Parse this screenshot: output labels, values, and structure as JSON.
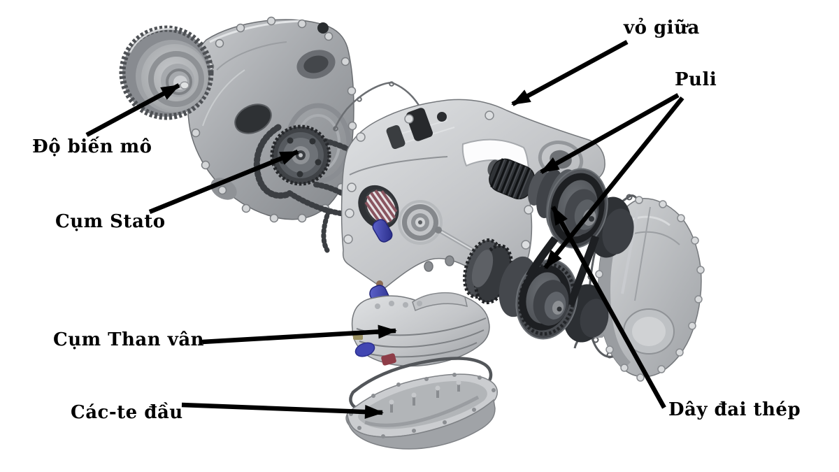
{
  "labels": {
    "vo_giua": "vỏ giữa",
    "puli": "Puli",
    "do_bien_mo": "Độ biến mô",
    "cum_stato": "Cụm Stato",
    "cum_than_van": "Cụm Than vân",
    "cac_te_dau": "Các-te đầu",
    "day_dai_thep": "Dây đai thép"
  },
  "colors": {
    "background": "#ffffff",
    "label_text": "#000000",
    "arrow": "#000000",
    "metal_light": "#c9cbce",
    "metal_mid": "#9b9ea3",
    "metal_dark": "#3c3f44",
    "belt": "#1d1f22",
    "solenoid_blue": "#3b40ad",
    "spring_stripe": "#8a5560"
  }
}
